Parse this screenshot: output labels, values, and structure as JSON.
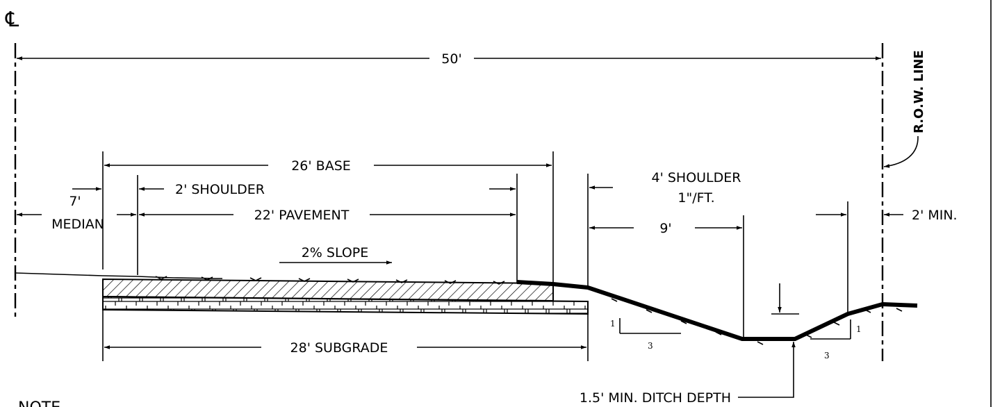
{
  "diagram": {
    "centerline_symbol": "℄",
    "labels": {
      "overall_width": "50'",
      "row_line": "R.O.W. LINE",
      "base": "26' BASE",
      "shoulder_2": "2' SHOULDER",
      "median_width": "7'",
      "median": "MEDIAN",
      "pavement": "22' PAVEMENT",
      "slope": "2% SLOPE",
      "shoulder_4": "4' SHOULDER",
      "shoulder_4_slope": "1\"/FT.",
      "foreslope_width": "9'",
      "row_offset": "2' MIN.",
      "subgrade": "28' SUBGRADE",
      "ditch_depth": "1.5' MIN. DITCH DEPTH",
      "foreslope_ratio_v": "1",
      "foreslope_ratio_h": "3",
      "backslope_ratio_v": "1",
      "backslope_ratio_h": "3",
      "note": "NOTE"
    }
  }
}
